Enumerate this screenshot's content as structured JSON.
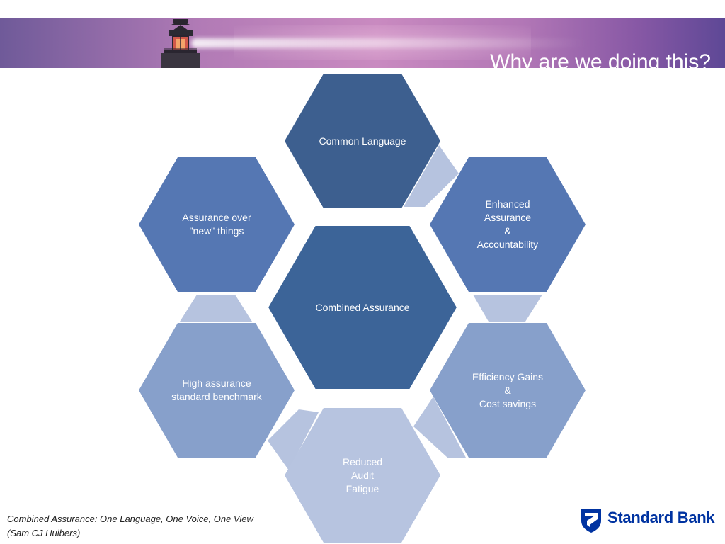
{
  "header": {
    "title": "Why are we doing this?"
  },
  "diagram": {
    "center": {
      "label": "Combined Assurance"
    },
    "nodes": [
      {
        "id": "common-language",
        "label": "Common Language",
        "color": "#3d5f8f"
      },
      {
        "id": "enhanced-assurance",
        "label": "Enhanced\nAssurance\n&\nAccountability",
        "color": "#5577b3"
      },
      {
        "id": "efficiency-gains",
        "label": "Efficiency Gains\n&\nCost savings",
        "color": "#87a0cb"
      },
      {
        "id": "reduced-audit-fatigue",
        "label": "Reduced\nAudit\nFatigue",
        "color": "#b7c4e0"
      },
      {
        "id": "high-assurance",
        "label": "High assurance\nstandard benchmark",
        "color": "#87a0cb"
      },
      {
        "id": "assurance-new-things",
        "label": "Assurance over\n\"new\" things",
        "color": "#5577b3"
      }
    ],
    "center_color": "#3c6498",
    "connector_color": "#b6c3df"
  },
  "footer": {
    "citation_line1": "Combined Assurance: One Language, One Voice, One View",
    "citation_line2": "(Sam CJ Huibers)"
  },
  "brand": {
    "name": "Standard Bank",
    "color": "#0033a1"
  }
}
